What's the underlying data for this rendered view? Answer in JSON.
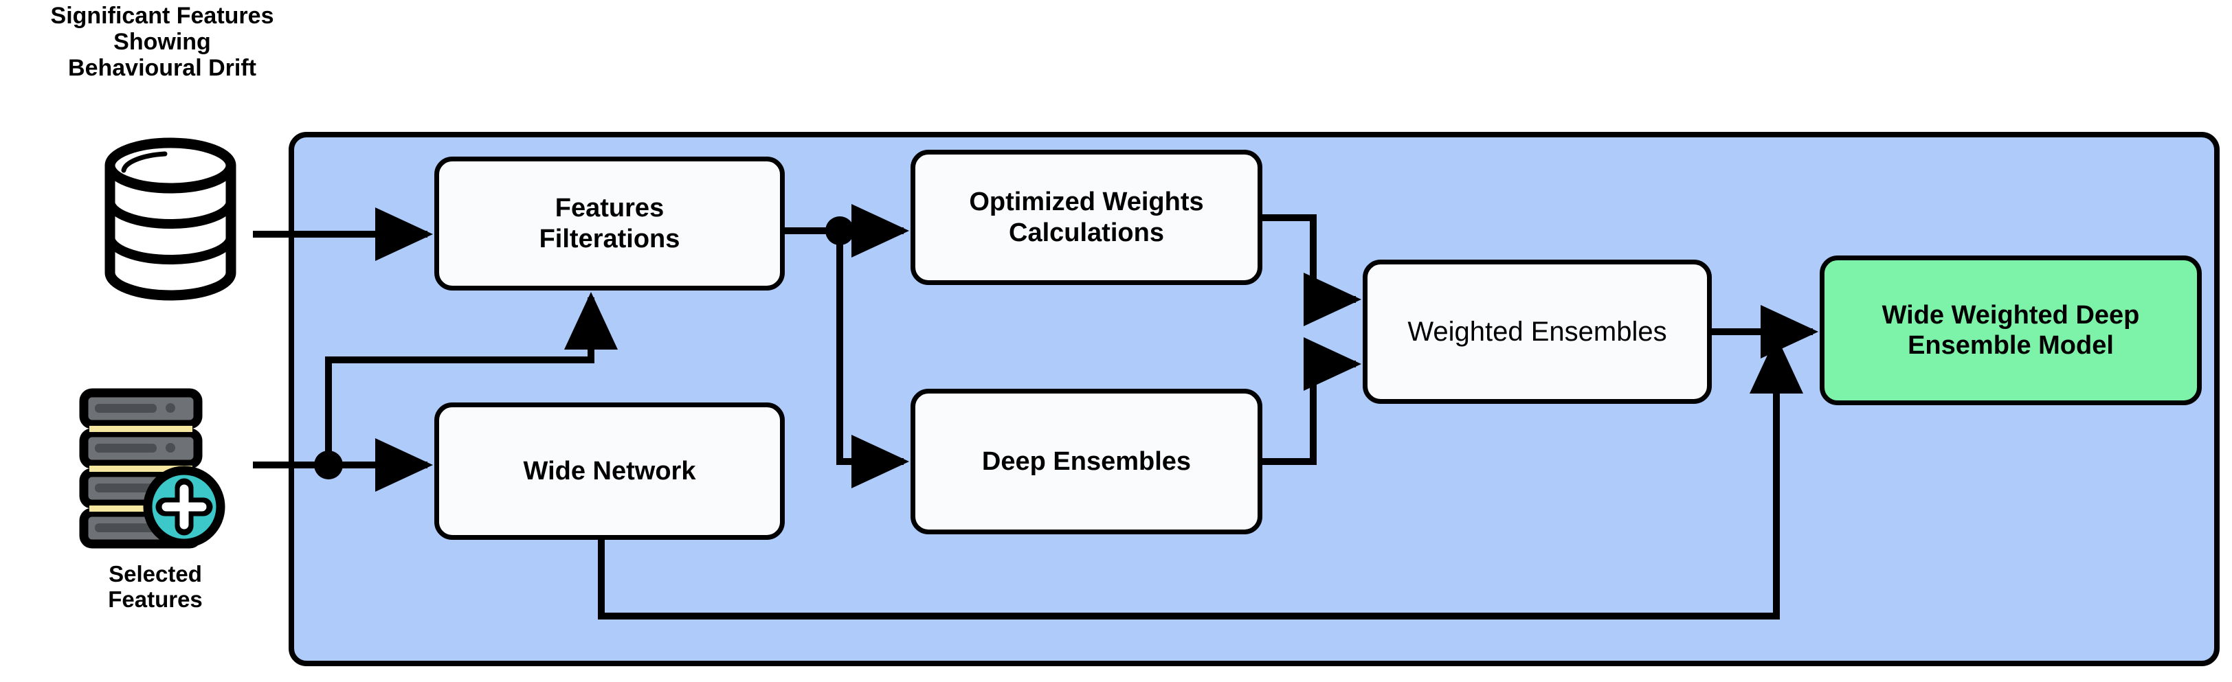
{
  "diagram": {
    "type": "flowchart",
    "title_caption": "Significant Features\nShowing\nBehavioural Drift",
    "selected_caption": "Selected\nFeatures",
    "colors": {
      "panel_background": "#aecbfa",
      "node_fill": "#fafbfd",
      "output_node_fill": "#7cf3a8",
      "stroke": "#000000",
      "badge_teal": "#3cc8c8",
      "server_gray": "#6e7175",
      "server_accent_yellow": "#f5e6a0"
    },
    "icons": {
      "database": "database-cylinder-icon",
      "server_stack": "server-stack-add-icon",
      "badge": "plus-badge-icon"
    },
    "nodes": [
      {
        "id": "features",
        "label": "Features\nFilterations"
      },
      {
        "id": "optweights",
        "label": "Optimized Weights\nCalculations"
      },
      {
        "id": "weighted",
        "label": "Weighted Ensembles"
      },
      {
        "id": "wide",
        "label": "Wide Network"
      },
      {
        "id": "deep",
        "label": "Deep Ensembles"
      },
      {
        "id": "model",
        "label": "Wide Weighted Deep\nEnsemble Model"
      }
    ],
    "edges": [
      {
        "from": "database",
        "to": "features"
      },
      {
        "from": "server",
        "to": "wide"
      },
      {
        "from": "server",
        "to": "features"
      },
      {
        "from": "features",
        "to": "optweights"
      },
      {
        "from": "features",
        "to": "deep"
      },
      {
        "from": "optweights",
        "to": "weighted"
      },
      {
        "from": "deep",
        "to": "weighted"
      },
      {
        "from": "weighted",
        "to": "model"
      },
      {
        "from": "wide",
        "to": "model"
      }
    ]
  }
}
